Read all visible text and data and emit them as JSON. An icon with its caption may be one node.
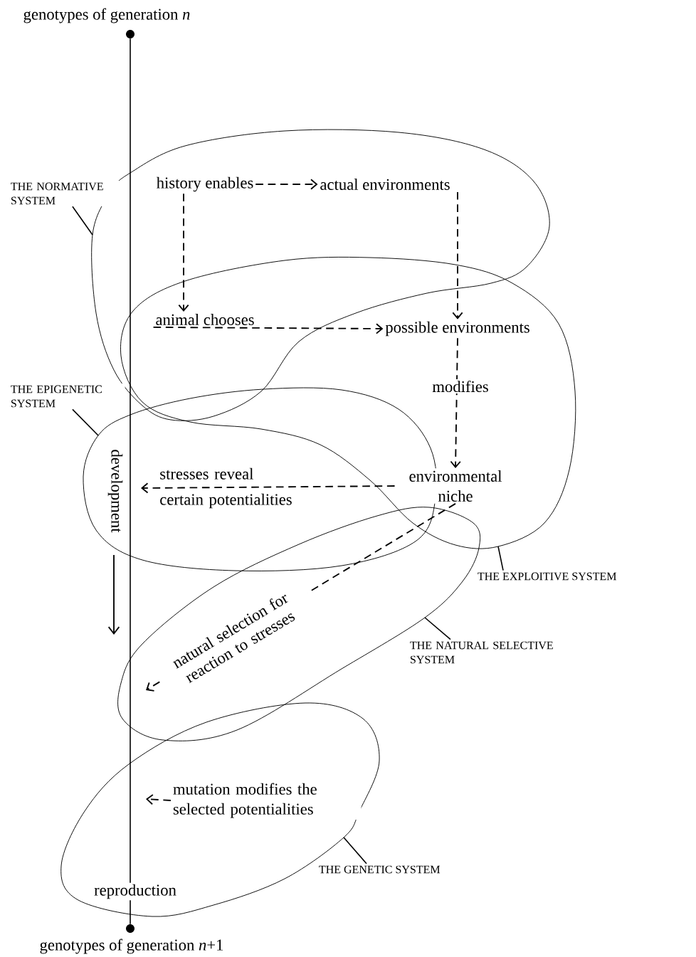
{
  "diagram": {
    "nodes": [
      {
        "text": [],
        "shape": "circle",
        "beside": [
          "genotypes of generation *n*"
        ]
      },
      {
        "text": [
          "THE NORMATIVE SYSTEM"
        ]
      },
      {
        "text": [
          "history enables"
        ]
      },
      {
        "text": [
          "actual environments"
        ]
      },
      {
        "text": [
          "animal chooses"
        ]
      },
      {
        "text": [
          "possible environments"
        ]
      },
      {
        "text": [
          "THE EPIGENETIC SYSTEM"
        ]
      },
      {
        "text": [
          "environmental niche"
        ]
      },
      {
        "text": [
          "THE EXPLOITIVE SYSTEM"
        ]
      },
      {
        "text": [
          "THE NATURAL SELECTIVE SYSTEM"
        ]
      },
      {
        "text": [
          "mutation modifies the selected potentialities"
        ]
      },
      {
        "text": [
          "THE GENETIC SYSTEM"
        ]
      },
      {
        "text": [],
        "shape": "circle",
        "beside": [
          "genotypes of generation *n*+1"
        ]
      }
    ],
    "edges": [
      {
        "from": 2,
        "to": 3,
        "arrow": "to",
        "style": "dashed"
      },
      {
        "from": 2,
        "to": 4,
        "arrow": "to",
        "style": "dashed"
      },
      {
        "from": 3,
        "to": 5,
        "arrow": "to",
        "style": "dashed"
      },
      {
        "from": 4,
        "to": 5,
        "arrow": "to",
        "style": "dashed"
      },
      {
        "from": 5,
        "to": 7,
        "arrow": "to",
        "style": "dashed",
        "label": "modifies"
      },
      {
        "from": 7,
        "to": null,
        "arrow": "to",
        "style": "dashed",
        "label": "stresses reveal certain potentialities"
      },
      {
        "from": 7,
        "to": null,
        "arrow": "to",
        "style": "dashed",
        "label": "natural selection for reaction to stresses"
      },
      {
        "from": 10,
        "to": null,
        "arrow": "to",
        "style": "dashed"
      },
      {
        "from": 0,
        "to": 12,
        "arrow": "none"
      },
      {
        "from": 1,
        "to": null,
        "arrow": "none"
      },
      {
        "from": 6,
        "to": null,
        "arrow": "none"
      },
      {
        "from": 8,
        "to": null,
        "arrow": "none"
      },
      {
        "from": 9,
        "to": null,
        "arrow": "none"
      },
      {
        "from": 11,
        "to": null,
        "arrow": "none"
      }
    ],
    "labels": [
      "development",
      "reproduction"
    ]
  }
}
